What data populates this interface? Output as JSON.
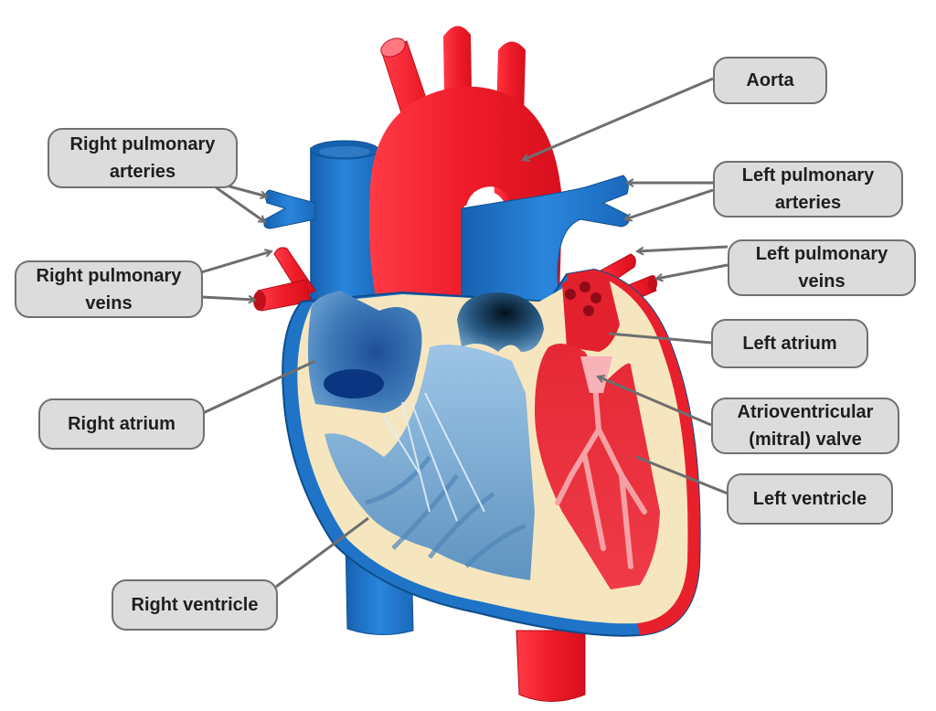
{
  "diagram": {
    "subject": "Human heart anatomy (cross-section)",
    "colors": {
      "oxygenated": "#e8202c",
      "deoxygenated": "#1f74c8",
      "wall": "#f6e6bf",
      "label_bg": "#dcdcdc",
      "label_border": "#707070",
      "leader_line": "#6e6e6e"
    },
    "labels": {
      "aorta": {
        "lines": [
          "Aorta"
        ]
      },
      "right_pulmonary_arteries": {
        "lines": [
          "Right pulmonary",
          "arteries"
        ]
      },
      "left_pulmonary_arteries": {
        "lines": [
          "Left pulmonary",
          "arteries"
        ]
      },
      "right_pulmonary_veins": {
        "lines": [
          "Right pulmonary",
          "veins"
        ]
      },
      "left_pulmonary_veins": {
        "lines": [
          "Left pulmonary",
          "veins"
        ]
      },
      "left_atrium": {
        "lines": [
          "Left atrium"
        ]
      },
      "right_atrium": {
        "lines": [
          "Right atrium"
        ]
      },
      "mitral_valve": {
        "lines": [
          "Atrioventricular",
          "(mitral) valve"
        ]
      },
      "left_ventricle": {
        "lines": [
          "Left ventricle"
        ]
      },
      "right_ventricle": {
        "lines": [
          "Right ventricle"
        ]
      }
    }
  }
}
